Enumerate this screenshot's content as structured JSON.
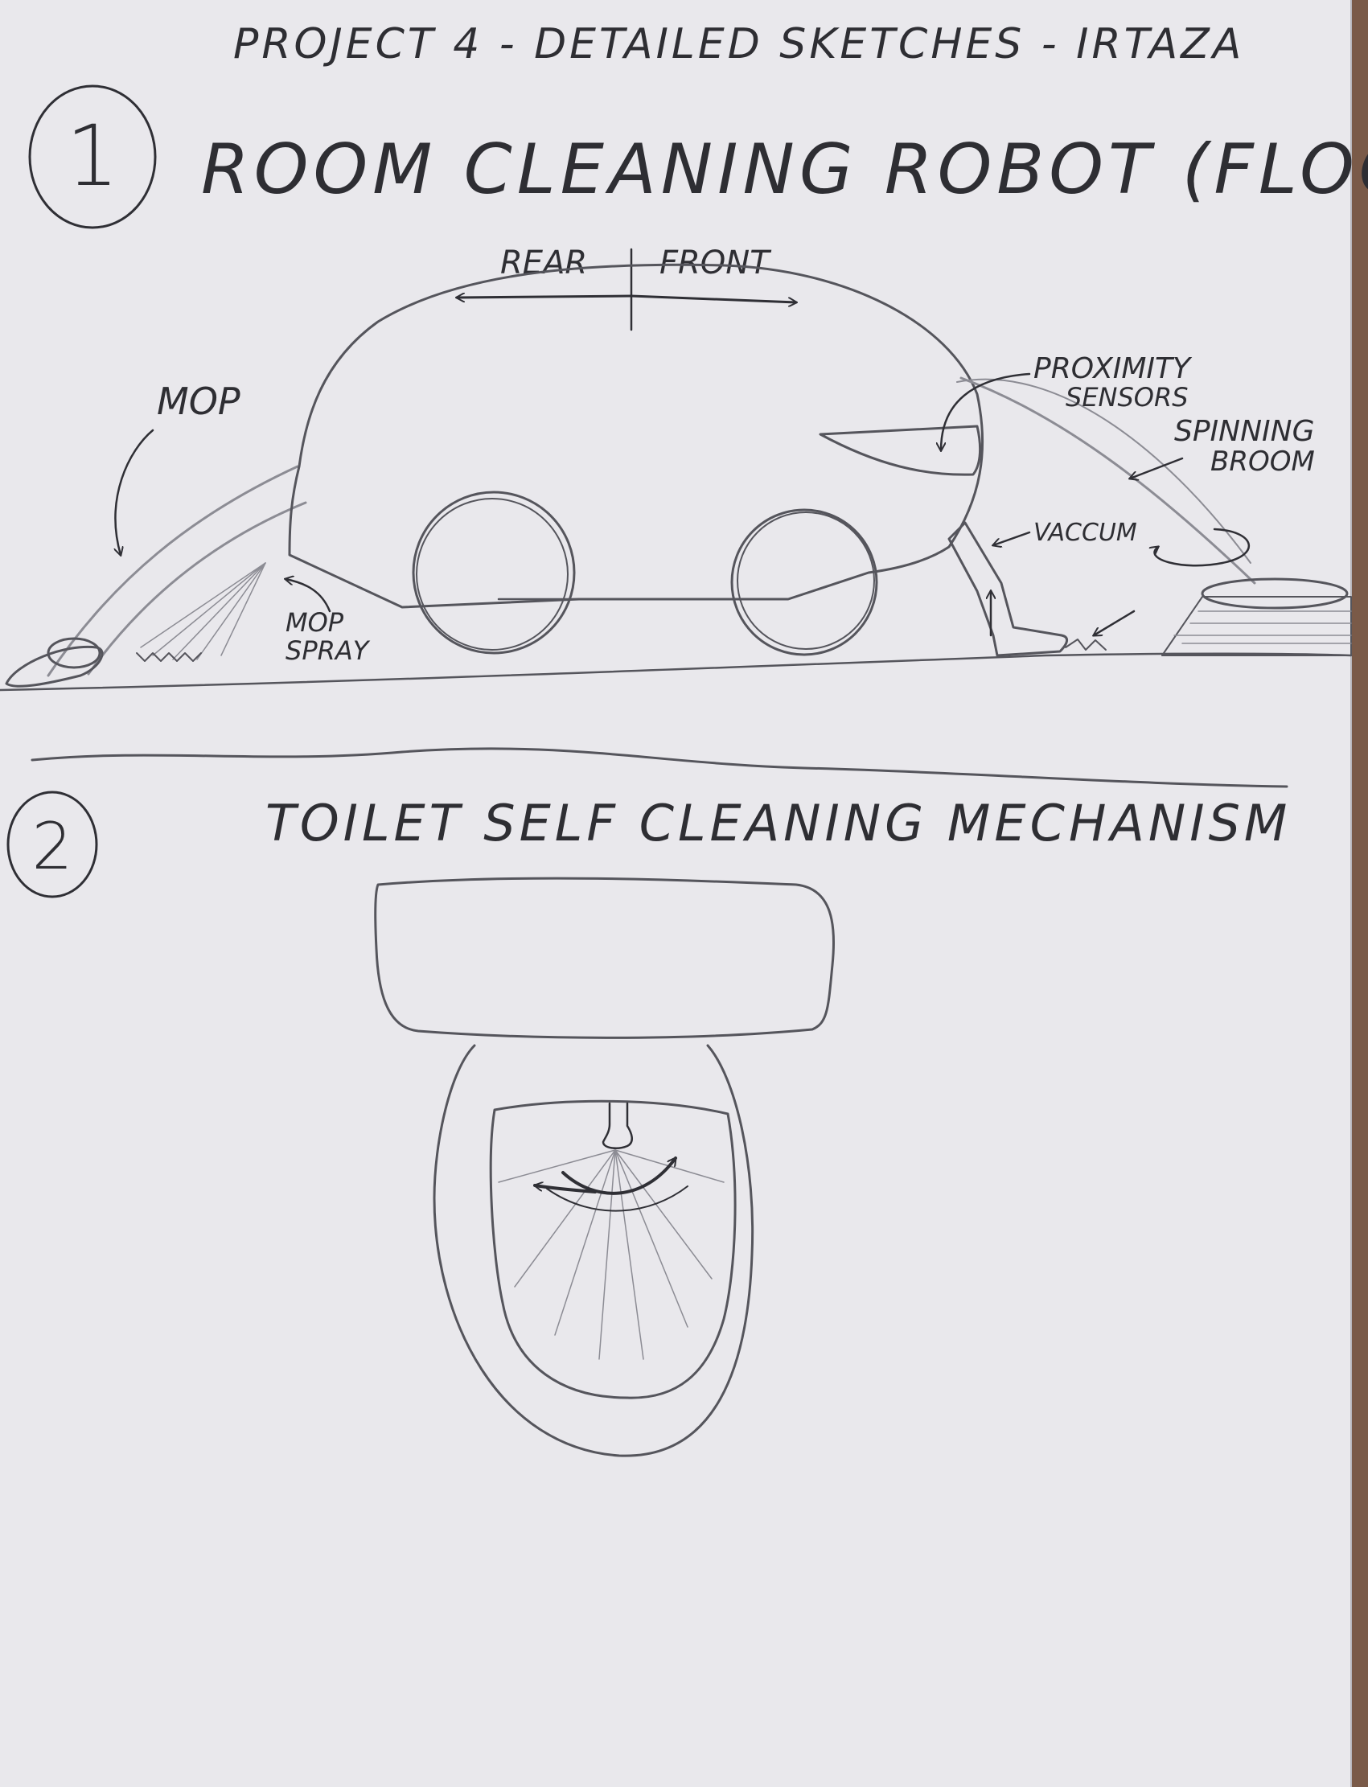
{
  "header": {
    "title": "PROJECT 4 - DETAILED SKETCHES - IRTAZA"
  },
  "sketch1": {
    "number": "1",
    "title": "ROOM CLEANING ROBOT (FLOOR)",
    "direction": {
      "rear": "REAR",
      "front": "FRONT"
    },
    "labels": {
      "mop": "MOP",
      "mop_spray_line1": "MOP",
      "mop_spray_line2": "SPRAY",
      "proximity_line1": "PROXIMITY",
      "proximity_line2": "SENSORS",
      "spinning_line1": "SPINNING",
      "spinning_line2": "BROOM",
      "vacuum": "VACCUM"
    }
  },
  "sketch2": {
    "number": "2",
    "title": "TOILET SELF CLEANING MECHANISM"
  },
  "colors": {
    "paper": "#e9e8ec",
    "ink": "#2f2f35",
    "pencil": "#55555c",
    "wood_edge": "#7a5a48"
  }
}
